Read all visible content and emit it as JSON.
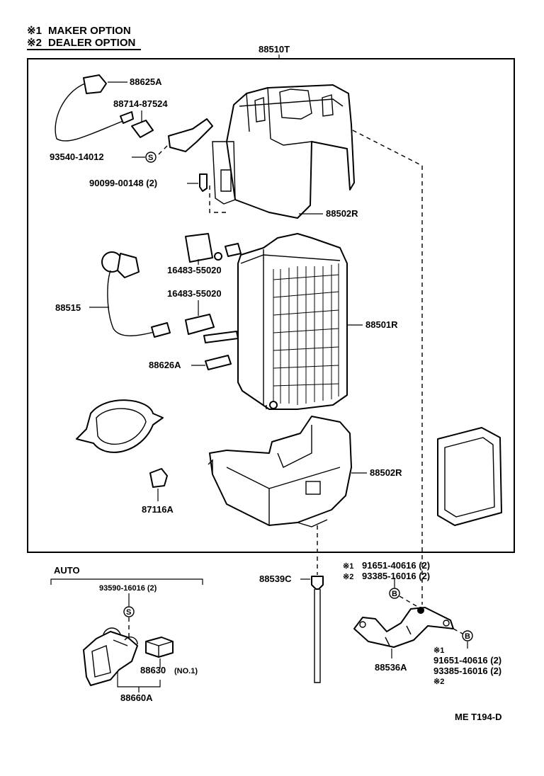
{
  "legend": {
    "maker_mark": "※1",
    "maker_text": "MAKER OPTION",
    "dealer_mark": "※2",
    "dealer_text": "DEALER OPTION"
  },
  "assembly_label": "88510T",
  "labels": {
    "p88625A": "88625A",
    "p88714": "88714-87524",
    "p93540": "93540-14012",
    "p90099": "90099-00148 (2)",
    "p88502R_top": "88502R",
    "p16483_a": "16483-55020",
    "p88515": "88515",
    "p16483_b": "16483-55020",
    "p88501R": "88501R",
    "p88626A": "88626A",
    "p88502R_bot": "88502R",
    "p87116A": "87116A",
    "p88539C": "88539C",
    "p88536A": "88536A",
    "r1_mark": "※1",
    "r1_text": "91651-40616 (2)",
    "r2_mark": "※2",
    "r2_text": "93385-16016 (2)",
    "r3_mark": "※1",
    "r3_text": "91651-40616 (2)",
    "r4_text": "93385-16016 (2)",
    "r4_mark": "※2"
  },
  "callout_symbols": {
    "s": "S",
    "b": "B"
  },
  "auto": {
    "title": "AUTO",
    "screw": "93590-16016 (2)",
    "relay": "88630",
    "relay_note": "(NO.1)",
    "switch": "88660A"
  },
  "figure_code": "ME T194-D"
}
